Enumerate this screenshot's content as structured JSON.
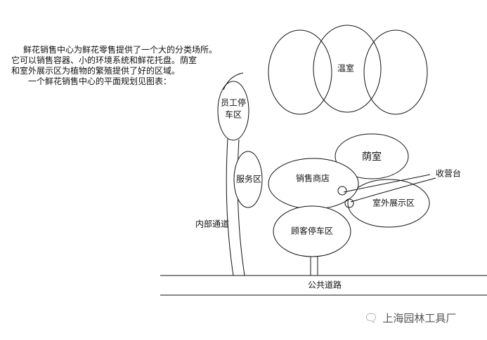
{
  "intro": [
    "鲜花销售中心为鲜花零售提供了一个大的分类场所。",
    "它可以销售容器、小的环境系统和鲜花托盘。荫室",
    "和室外展示区为植物的繁殖提供了好的区域。",
    "一个鲜花销售中心的平面规划见图表："
  ],
  "diagram": {
    "greenhouse": "温室",
    "staff_parking_1": "员工停",
    "staff_parking_2": "车区",
    "service": "服务区",
    "shade_house": "荫室",
    "store": "销售商店",
    "checkout": "收营台",
    "outdoor_display": "室外展示区",
    "customer_parking": "顾客停车区",
    "internal_road": "内部通道",
    "public_road": "公共道路"
  },
  "watermark": {
    "icon": "wechat-icon",
    "text": "上海园林工具厂"
  }
}
